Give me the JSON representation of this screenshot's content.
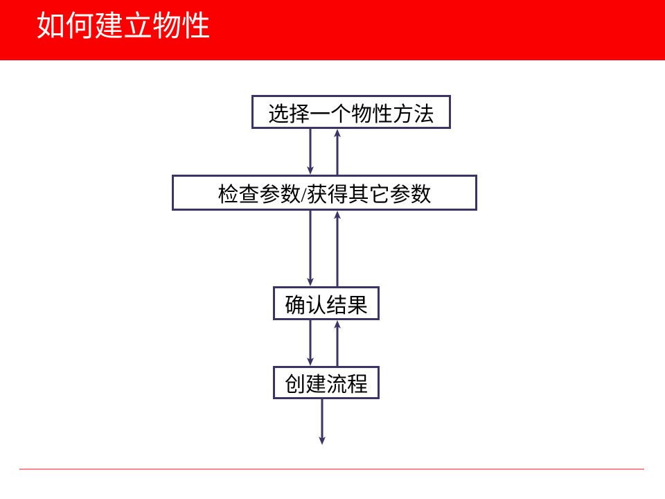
{
  "slide": {
    "title": "如何建立物性",
    "title_bar_color": "#FA0000",
    "title_text_color": "#FFFFFF",
    "background_color": "#FFFFFF",
    "accent_line_color": "#F08A8F"
  },
  "diagram": {
    "type": "flowchart",
    "orientation": "vertical",
    "node_border_color": "#3D3365",
    "node_fill_color": "#FFFFFF",
    "connector_color": "#3D3365",
    "nodes": [
      {
        "id": "select-method",
        "label": "选择一个物性方法"
      },
      {
        "id": "check-params",
        "label": "检查参数/获得其它参数"
      },
      {
        "id": "confirm-result",
        "label": "确认结果"
      },
      {
        "id": "create-flow",
        "label": "创建流程"
      }
    ],
    "connectors": [
      {
        "id": "c1-down",
        "from": "select-method",
        "to": "check-params",
        "direction": "down"
      },
      {
        "id": "c1-up",
        "from": "check-params",
        "to": "select-method",
        "direction": "up"
      },
      {
        "id": "c2-down",
        "from": "check-params",
        "to": "confirm-result",
        "direction": "down"
      },
      {
        "id": "c2-up",
        "from": "confirm-result",
        "to": "check-params",
        "direction": "up"
      },
      {
        "id": "c3-down",
        "from": "confirm-result",
        "to": "create-flow",
        "direction": "down"
      },
      {
        "id": "c3-up",
        "from": "create-flow",
        "to": "confirm-result",
        "direction": "up"
      },
      {
        "id": "c4-down",
        "from": "create-flow",
        "to": null,
        "direction": "down"
      }
    ]
  }
}
